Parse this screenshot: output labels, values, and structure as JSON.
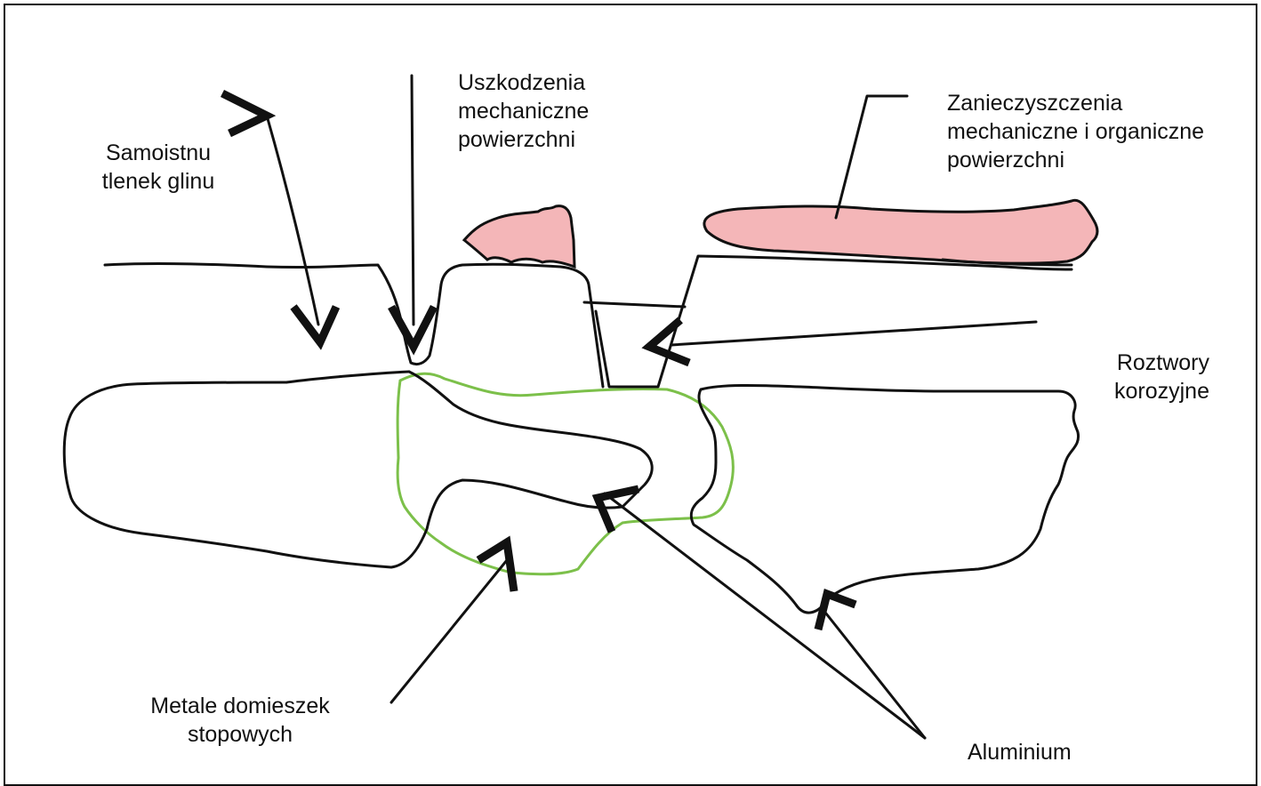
{
  "labels": {
    "samoistny": [
      "Samoistnu",
      "tlenek glinu"
    ],
    "uszkodzenia": [
      "Uszkodzenia",
      "mechaniczne",
      "powierzchni"
    ],
    "zanieczyszczenia": [
      "Zanieczyszczenia",
      "mechaniczne i organiczne",
      "powierzchni"
    ],
    "roztwory": [
      "Roztwory",
      "korozyjne"
    ],
    "metale": [
      "Metale domieszek",
      "stopowych"
    ],
    "aluminium": "Aluminium"
  },
  "colors": {
    "outline": "#111111",
    "contamination_fill": "#f4b6b8",
    "alloy_outline": "#7cc04a"
  }
}
